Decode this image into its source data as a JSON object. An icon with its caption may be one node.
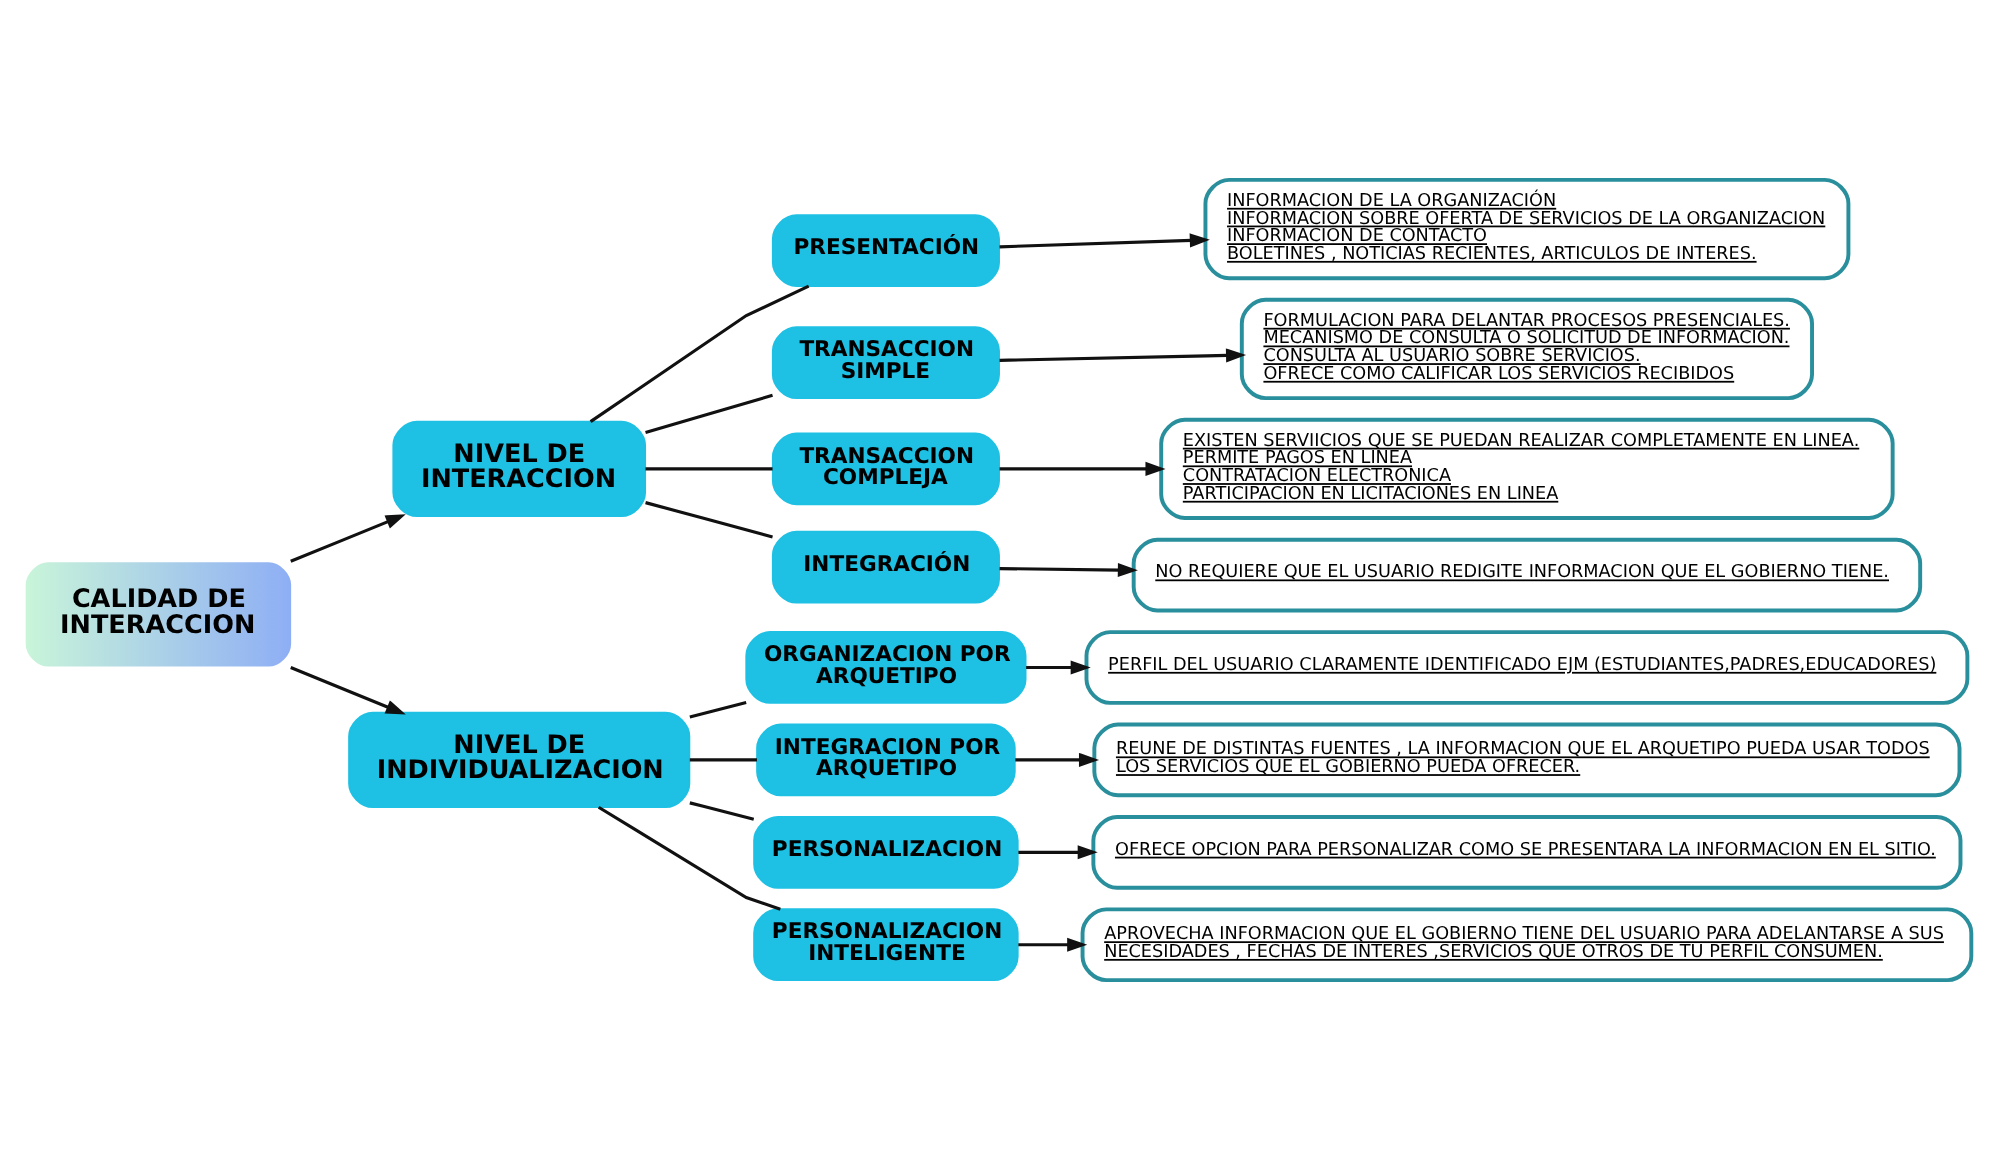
{
  "diagram": {
    "nodes": [
      {
        "text": [
          "CALIDAD DE INTERACCION"
        ]
      },
      {
        "text": [
          "NIVEL DE INTERACCION"
        ]
      },
      {
        "text": [
          "NIVEL DE INDIVIDUALIZACION"
        ]
      },
      {
        "text": [
          "PRESENTACIÓN"
        ]
      },
      {
        "text": [
          "TRANSACCION SIMPLE"
        ]
      },
      {
        "text": [
          "TRANSACCION COMPLEJA"
        ]
      },
      {
        "text": [
          "INTEGRACIÓN"
        ]
      },
      {
        "text": [
          "ORGANIZACION POR ARQUETIPO"
        ]
      },
      {
        "text": [
          "INTEGRACION POR ARQUETIPO"
        ]
      },
      {
        "text": [
          "PERSONALIZACION"
        ]
      },
      {
        "text": [
          "PERSONALIZACION INTELIGENTE"
        ]
      },
      {
        "text": [
          "INFORMACION DE LA ORGANIZACIÓN",
          "INFORMACION SOBRE OFERTA DE SERVICIOS DE LA ORGANIZACION",
          "INFORMACION DE CONTACTO",
          "BOLETINES , NOTICIAS RECIENTES, ARTICULOS DE INTERES."
        ]
      },
      {
        "text": [
          "FORMULACION PARA DELANTAR PROCESOS PRESENCIALES.",
          "MECANISMO DE CONSULTA O SOLICITUD DE INFORMACION.",
          "CONSULTA AL USUARIO SOBRE SERVICIOS.",
          "OFRECE COMO CALIFICAR LOS SERVICIOS RECIBIDOS"
        ]
      },
      {
        "text": [
          "EXISTEN SERVIICIOS QUE SE PUEDAN REALIZAR COMPLETAMENTE EN LINEA.",
          "PERMITE PAGOS EN LINEA",
          "CONTRATACION ELECTRONICA",
          "PARTICIPACION EN LICITACIONES EN LINEA"
        ]
      },
      {
        "text": [
          "NO REQUIERE QUE EL USUARIO REDIGITE INFORMACION QUE EL GOBIERNO TIENE."
        ]
      },
      {
        "text": [
          "PERFIL DEL USUARIO CLARAMENTE IDENTIFICADO EJM (ESTUDIANTES,PADRES,EDUCADORES)"
        ]
      },
      {
        "text": [
          "REUNE DE DISTINTAS FUENTES , LA INFORMACION QUE EL ARQUETIPO PUEDA USAR TODOS LOS SERVICIOS QUE EL GOBIERNO PUEDA OFRECER."
        ]
      },
      {
        "text": [
          "OFRECE OPCION PARA PERSONALIZAR COMO SE PRESENTARA LA INFORMACION EN EL SITIO."
        ]
      },
      {
        "text": [
          "APROVECHA INFORMACION QUE EL GOBIERNO TIENE DEL USUARIO PARA ADELANTARSE A SUS NECESIDADES , FECHAS DE INTERES ,SERVICIOS QUE OTROS DE TU PERFIL CONSUMEN."
        ]
      }
    ],
    "edges": [
      {
        "from": 0,
        "to": 1,
        "arrow": "to"
      },
      {
        "from": 0,
        "to": 2,
        "arrow": "to"
      },
      {
        "from": 1,
        "to": 3,
        "arrow": "none"
      },
      {
        "from": 1,
        "to": 4,
        "arrow": "none"
      },
      {
        "from": 1,
        "to": 5,
        "arrow": "none"
      },
      {
        "from": 1,
        "to": 6,
        "arrow": "none"
      },
      {
        "from": 2,
        "to": 7,
        "arrow": "none"
      },
      {
        "from": 2,
        "to": 8,
        "arrow": "none"
      },
      {
        "from": 2,
        "to": 9,
        "arrow": "none"
      },
      {
        "from": 2,
        "to": 10,
        "arrow": "none"
      },
      {
        "from": 3,
        "to": 11,
        "arrow": "to"
      },
      {
        "from": 4,
        "to": 12,
        "arrow": "to"
      },
      {
        "from": 5,
        "to": 13,
        "arrow": "to"
      },
      {
        "from": 6,
        "to": 14,
        "arrow": "to"
      },
      {
        "from": 7,
        "to": 15,
        "arrow": "to"
      },
      {
        "from": 8,
        "to": 16,
        "arrow": "to"
      },
      {
        "from": 9,
        "to": 17,
        "arrow": "to"
      },
      {
        "from": 10,
        "to": 18,
        "arrow": "to"
      }
    ]
  }
}
